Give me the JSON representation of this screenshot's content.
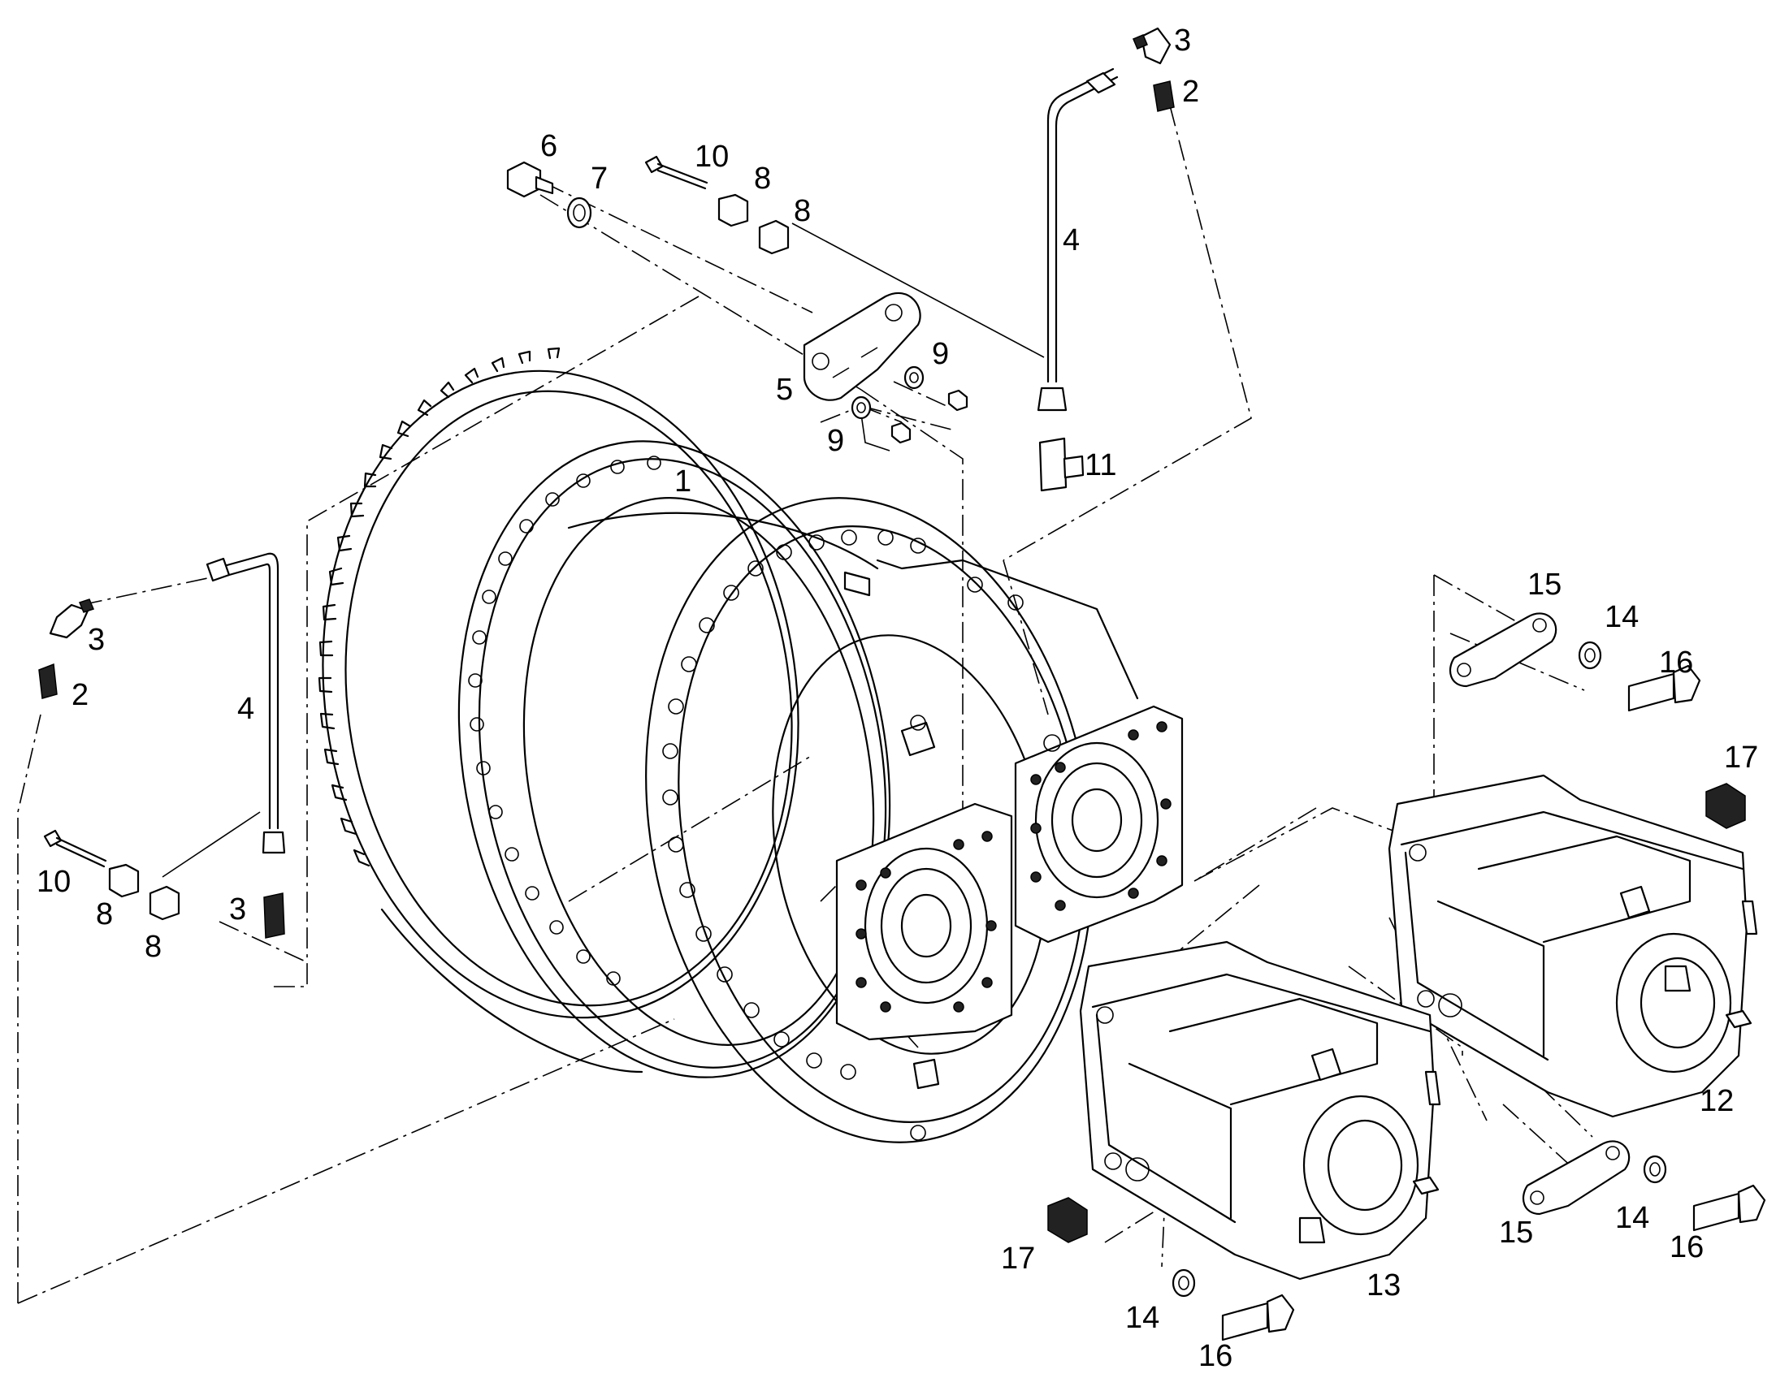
{
  "callouts": [
    {
      "id": "c1",
      "label": "1"
    },
    {
      "id": "c2a",
      "label": "2"
    },
    {
      "id": "c2b",
      "label": "2"
    },
    {
      "id": "c3a",
      "label": "3"
    },
    {
      "id": "c3b",
      "label": "3"
    },
    {
      "id": "c3c",
      "label": "3"
    },
    {
      "id": "c4a",
      "label": "4"
    },
    {
      "id": "c4b",
      "label": "4"
    },
    {
      "id": "c5",
      "label": "5"
    },
    {
      "id": "c6",
      "label": "6"
    },
    {
      "id": "c7",
      "label": "7"
    },
    {
      "id": "c8a",
      "label": "8"
    },
    {
      "id": "c8b",
      "label": "8"
    },
    {
      "id": "c8c",
      "label": "8"
    },
    {
      "id": "c8d",
      "label": "8"
    },
    {
      "id": "c9a",
      "label": "9"
    },
    {
      "id": "c9b",
      "label": "9"
    },
    {
      "id": "c10a",
      "label": "10"
    },
    {
      "id": "c10b",
      "label": "10"
    },
    {
      "id": "c11",
      "label": "11"
    },
    {
      "id": "c12",
      "label": "12"
    },
    {
      "id": "c13",
      "label": "13"
    },
    {
      "id": "c14a",
      "label": "14"
    },
    {
      "id": "c14b",
      "label": "14"
    },
    {
      "id": "c14c",
      "label": "14"
    },
    {
      "id": "c15a",
      "label": "15"
    },
    {
      "id": "c15b",
      "label": "15"
    },
    {
      "id": "c16a",
      "label": "16"
    },
    {
      "id": "c16b",
      "label": "16"
    },
    {
      "id": "c16c",
      "label": "16"
    },
    {
      "id": "c17a",
      "label": "17"
    },
    {
      "id": "c17b",
      "label": "17"
    }
  ]
}
